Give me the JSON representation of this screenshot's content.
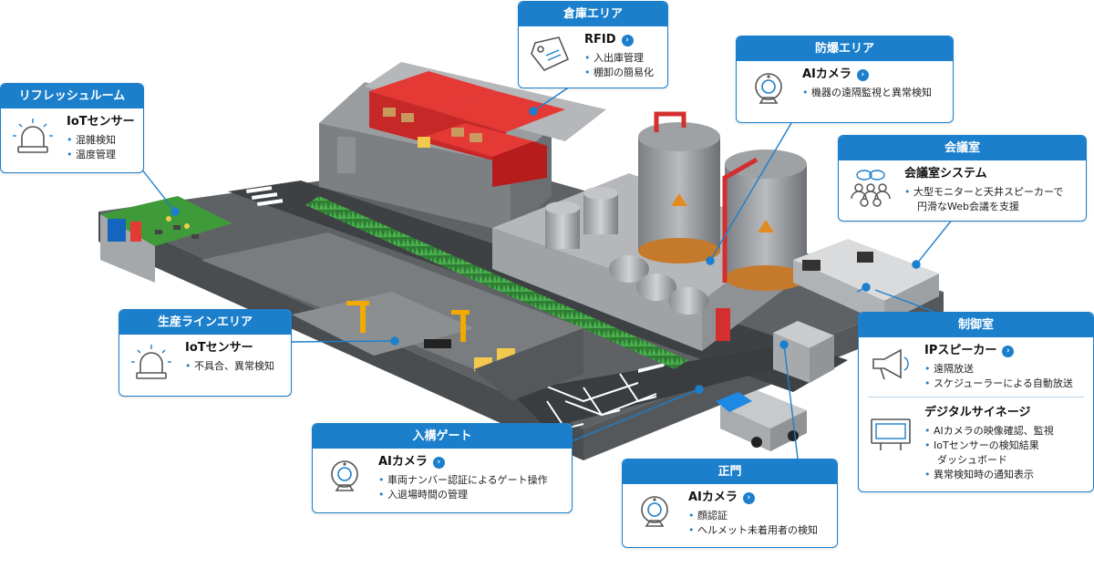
{
  "cards": {
    "warehouse": {
      "title": "倉庫エリア",
      "sections": [
        {
          "name": "RFID",
          "items": [
            "入出庫管理",
            "棚卸の簡易化"
          ],
          "icon": "rfid-tag-icon"
        }
      ]
    },
    "explosion": {
      "title": "防爆エリア",
      "sections": [
        {
          "name": "AIカメラ",
          "items": [
            "機器の遠隔監視と異常検知"
          ],
          "icon": "ai-camera-icon"
        }
      ]
    },
    "refresh": {
      "title": "リフレッシュルーム",
      "sections": [
        {
          "name": "IoTセンサー",
          "items": [
            "混雑検知",
            "温度管理"
          ],
          "icon": "iot-sensor-icon"
        }
      ]
    },
    "meeting": {
      "title": "会議室",
      "sections": [
        {
          "name": "会議室システム",
          "items": [
            "大型モニターと天井スピーカーで"
          ],
          "cont": "円滑なWeb会議を支援",
          "icon": "meeting-people-icon"
        }
      ]
    },
    "production": {
      "title": "生産ラインエリア",
      "sections": [
        {
          "name": "IoTセンサー",
          "items": [
            "不具合、異常検知"
          ],
          "icon": "iot-sensor-icon"
        }
      ]
    },
    "control": {
      "title": "制御室",
      "sections": [
        {
          "name": "IPスピーカー",
          "items": [
            "遠隔放送",
            "スケジューラーによる自動放送"
          ],
          "icon": "ip-speaker-icon"
        },
        {
          "name": "デジタルサイネージ",
          "items": [
            "AIカメラの映像確認、監視",
            "IoTセンサーの検知結果"
          ],
          "cont": "ダッシュボード",
          "items2": [
            "異常検知時の通知表示"
          ],
          "icon": "digital-signage-icon"
        }
      ]
    },
    "gate": {
      "title": "入構ゲート",
      "sections": [
        {
          "name": "AIカメラ",
          "items": [
            "車両ナンバー認証によるゲート操作",
            "入退場時間の管理"
          ],
          "icon": "ai-camera-icon"
        }
      ]
    },
    "main_gate": {
      "title": "正門",
      "sections": [
        {
          "name": "AIカメラ",
          "items": [
            "顔認証",
            "ヘルメット未着用者の検知"
          ],
          "icon": "ai-camera-icon"
        }
      ]
    }
  },
  "colors": {
    "accent": "#1b7fcc",
    "rack_red": "#e53935",
    "roof_gray": "#8a8d90",
    "floor_gray": "#6f7275",
    "grass": "#3f9b3a"
  }
}
